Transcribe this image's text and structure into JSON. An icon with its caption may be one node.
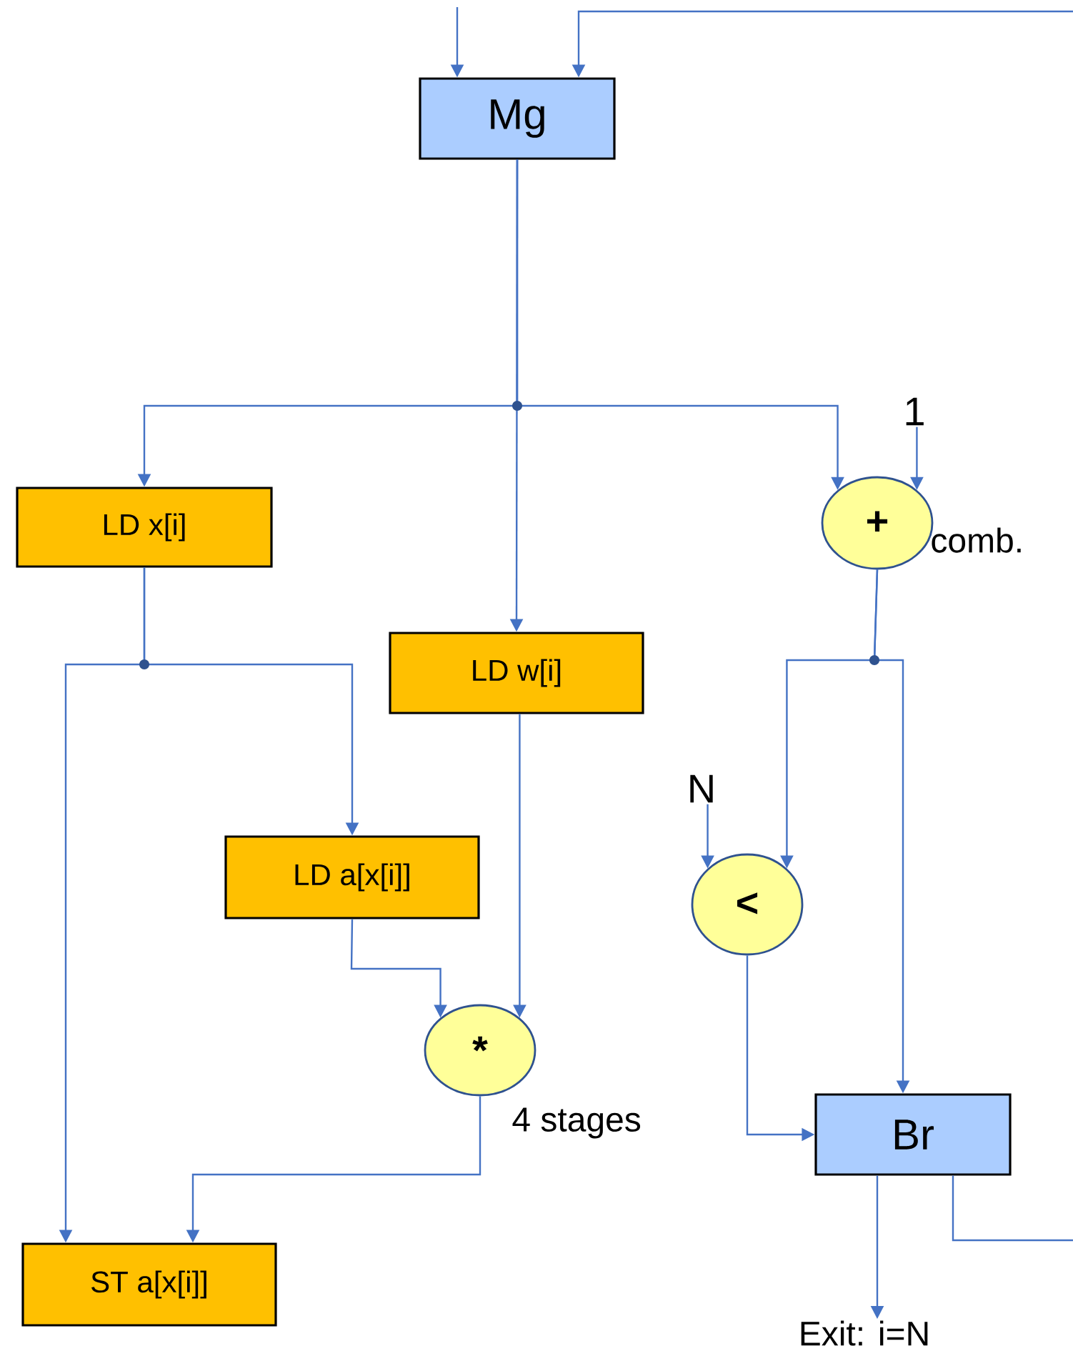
{
  "diagram": {
    "nodes": [
      {
        "text": [
          "Mg"
        ]
      },
      {
        "text": [
          "LD x[i]"
        ]
      },
      {
        "text": [
          "LD w[i]"
        ]
      },
      {
        "text": [
          "+"
        ],
        "beside": [
          "comb."
        ]
      },
      {
        "text": [
          "LD a[x[i]]"
        ]
      },
      {
        "text": [
          "*"
        ],
        "beside": [
          "4 stages"
        ]
      },
      {
        "text": [
          "<"
        ]
      },
      {
        "text": [
          "Br"
        ]
      },
      {
        "text": [
          "ST a[x[i]]"
        ]
      },
      {
        "text": [
          "1"
        ]
      },
      {
        "text": [
          "N"
        ]
      },
      {
        "text": [
          "Exit: i=N"
        ]
      }
    ],
    "edges": [
      {
        "from": null,
        "to": 0,
        "arrow": "to"
      },
      {
        "from": 7,
        "to": null,
        "arrow": "none"
      },
      {
        "from": null,
        "to": 0,
        "arrow": "to"
      },
      {
        "from": 0,
        "to": 1,
        "arrow": "to"
      },
      {
        "from": 0,
        "to": 2,
        "arrow": "to"
      },
      {
        "from": 0,
        "to": 3,
        "arrow": "to"
      },
      {
        "from": 9,
        "to": 3,
        "arrow": "to"
      },
      {
        "from": 3,
        "to": 6,
        "arrow": "to"
      },
      {
        "from": 3,
        "to": 7,
        "arrow": "to"
      },
      {
        "from": 10,
        "to": 6,
        "arrow": "to"
      },
      {
        "from": 1,
        "to": 4,
        "arrow": "to"
      },
      {
        "from": 1,
        "to": 8,
        "arrow": "to"
      },
      {
        "from": 2,
        "to": 5,
        "arrow": "to"
      },
      {
        "from": 4,
        "to": 5,
        "arrow": "to"
      },
      {
        "from": 5,
        "to": 8,
        "arrow": "to"
      },
      {
        "from": 6,
        "to": 7,
        "arrow": "to"
      },
      {
        "from": 7,
        "to": 11,
        "arrow": "to"
      }
    ]
  }
}
